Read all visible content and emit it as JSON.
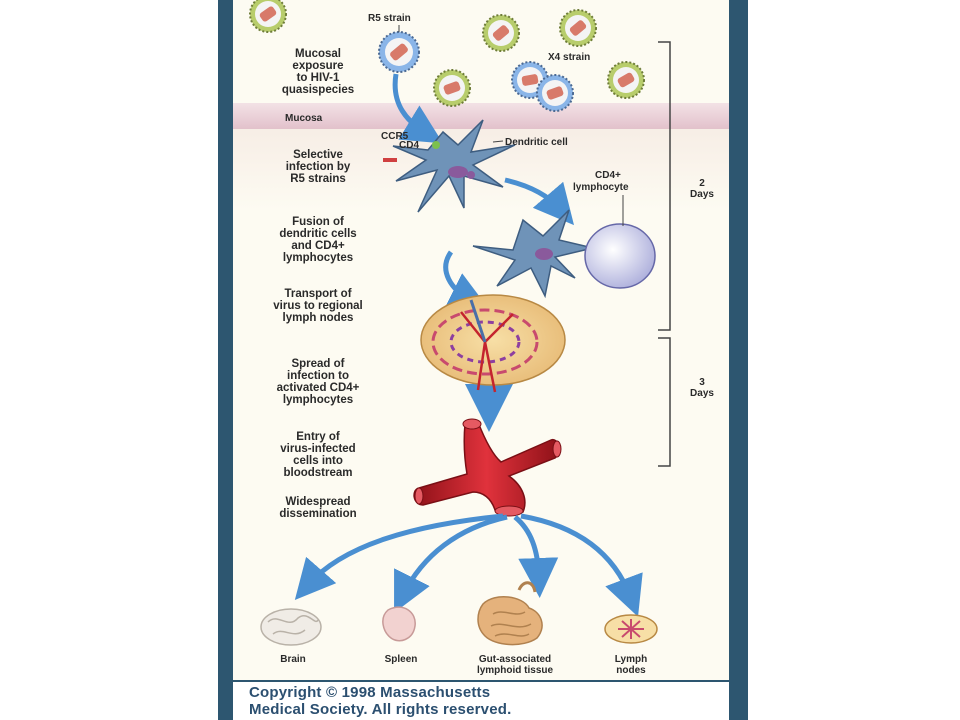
{
  "virus_labels": {
    "r5_strain": "R5 strain",
    "x4_strain": "X4 strain"
  },
  "layer_labels": {
    "mucosa": "Mucosa"
  },
  "receptor_labels": {
    "ccr5": "CCR5",
    "cd4": "CD4"
  },
  "cell_labels": {
    "dendritic_cell": "Dendritic cell",
    "cd4_lymphocyte": [
      "CD4+",
      "lymphocyte"
    ]
  },
  "stages": [
    {
      "id": "mucosal-exposure",
      "lines": [
        "Mucosal",
        "exposure",
        "to HIV-1",
        "quasispecies"
      ]
    },
    {
      "id": "selective-infection",
      "lines": [
        "Selective",
        "infection by",
        "R5 strains"
      ]
    },
    {
      "id": "fusion",
      "lines": [
        "Fusion of",
        "dendritic cells",
        "and CD4+",
        "lymphocytes"
      ]
    },
    {
      "id": "transport",
      "lines": [
        "Transport of",
        "virus to regional",
        "lymph nodes"
      ]
    },
    {
      "id": "spread",
      "lines": [
        "Spread of",
        "infection to",
        "activated CD4+",
        "lymphocytes"
      ]
    },
    {
      "id": "entry",
      "lines": [
        "Entry of",
        "virus-infected",
        "cells into",
        "bloodstream"
      ]
    },
    {
      "id": "dissemination",
      "lines": [
        "Widespread",
        "dissemination"
      ]
    }
  ],
  "timeline": [
    {
      "id": "days-2",
      "lines": [
        "2",
        "Days"
      ]
    },
    {
      "id": "days-3",
      "lines": [
        "3",
        "Days"
      ]
    }
  ],
  "organs": [
    {
      "id": "brain",
      "lines": [
        "Brain"
      ]
    },
    {
      "id": "spleen",
      "lines": [
        "Spleen"
      ]
    },
    {
      "id": "gut",
      "lines": [
        "Gut-associated",
        "lymphoid tissue"
      ]
    },
    {
      "id": "lymph-nodes",
      "lines": [
        "Lymph",
        "nodes"
      ]
    }
  ],
  "footer": {
    "line1": "Copyright © 1998 Massachusetts",
    "line2": "Medical Society. All rights reserved."
  },
  "colors": {
    "frame": "#2d5670",
    "arrow": "#4a8fd1",
    "vessel": "#c4242e",
    "cell": "#6f93b8",
    "mucosa": "#e9cfd6"
  }
}
